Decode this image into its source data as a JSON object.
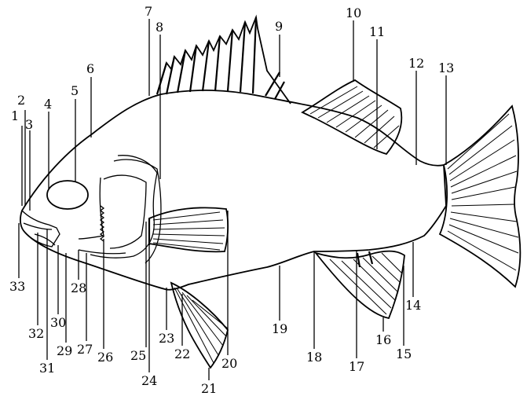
{
  "figure": {
    "labels": [
      "1",
      "2",
      "3",
      "4",
      "5",
      "6",
      "7",
      "8",
      "9",
      "10",
      "11",
      "12",
      "13",
      "14",
      "15",
      "16",
      "17",
      "18",
      "19",
      "20",
      "21",
      "22",
      "23",
      "24",
      "25",
      "26",
      "27",
      "28",
      "29",
      "30",
      "31",
      "32",
      "33"
    ]
  },
  "colors": {
    "ink": "#000000",
    "paper": "#ffffff"
  }
}
